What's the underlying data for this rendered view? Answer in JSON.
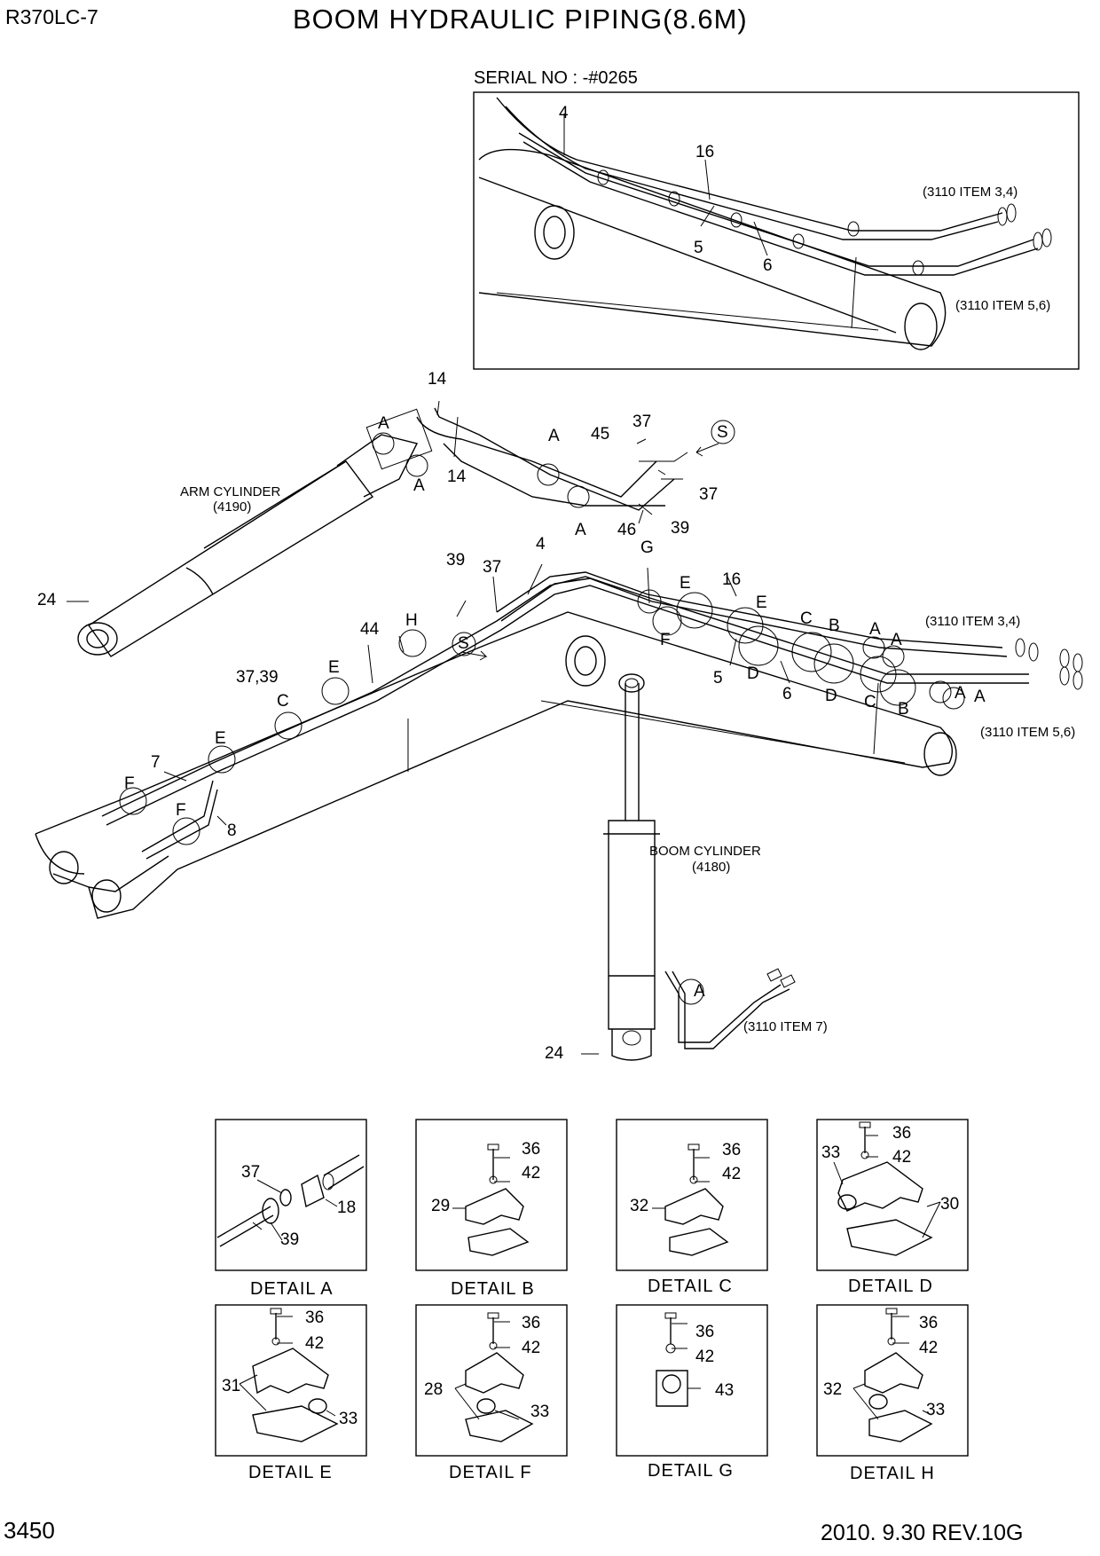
{
  "header": {
    "model": "R370LC-7",
    "title": "BOOM HYDRAULIC PIPING(8.6M)"
  },
  "inset": {
    "serial": "SERIAL NO : -#0265",
    "labels": [
      "4",
      "16",
      "5",
      "6"
    ],
    "ref_upper": "(3110 ITEM 3,4)",
    "ref_lower": "(3110 ITEM 5,6)"
  },
  "main": {
    "arm_cylinder": [
      "ARM CYLINDER",
      "(4190)"
    ],
    "boom_cylinder": [
      "BOOM CYLINDER",
      "(4180)"
    ],
    "ref_upper": "(3110 ITEM 3,4)",
    "ref_lower": "(3110 ITEM 5,6)",
    "ref_item7": "(3110 ITEM 7)",
    "callouts": {
      "c14a": "14",
      "c14b": "14",
      "cA1": "A",
      "cA2": "A",
      "cA3": "A",
      "cA4": "A",
      "c45": "45",
      "c37a": "37",
      "cS1": "S",
      "c37b": "37",
      "c46": "46",
      "c39a": "39",
      "c24a": "24",
      "c39b": "39",
      "c37c": "37",
      "c4": "4",
      "cG": "G",
      "cE1": "E",
      "c16": "16",
      "cE2": "E",
      "cC1": "C",
      "cB1": "B",
      "cA5": "A",
      "cA6": "A",
      "c44": "44",
      "cH": "H",
      "cS2": "S",
      "c3739": "37,39",
      "cE3": "E",
      "cC2": "C",
      "cE4": "E",
      "c7": "7",
      "cF1": "F",
      "cF2": "F",
      "c8": "8",
      "cF3": "F",
      "c5": "5",
      "cD1": "D",
      "c6": "6",
      "cD2": "D",
      "cC3": "C",
      "cB2": "B",
      "cA7": "A",
      "cA8": "A",
      "cA9": "A",
      "c24b": "24"
    }
  },
  "details": [
    {
      "caption": "DETAIL  A",
      "labels": [
        "37",
        "18",
        "39"
      ]
    },
    {
      "caption": "DETAIL  B",
      "labels": [
        "36",
        "42",
        "29"
      ]
    },
    {
      "caption": "DETAIL  C",
      "labels": [
        "36",
        "42",
        "32"
      ]
    },
    {
      "caption": "DETAIL  D",
      "labels": [
        "36",
        "33",
        "42",
        "30"
      ]
    },
    {
      "caption": "DETAIL  E",
      "labels": [
        "36",
        "42",
        "31",
        "33"
      ]
    },
    {
      "caption": "DETAIL  F",
      "labels": [
        "36",
        "42",
        "28",
        "33"
      ]
    },
    {
      "caption": "DETAIL  G",
      "labels": [
        "36",
        "42",
        "43"
      ]
    },
    {
      "caption": "DETAIL  H",
      "labels": [
        "36",
        "42",
        "32",
        "33"
      ]
    }
  ],
  "footer": {
    "page": "3450",
    "revision": "2010. 9.30  REV.10G"
  }
}
